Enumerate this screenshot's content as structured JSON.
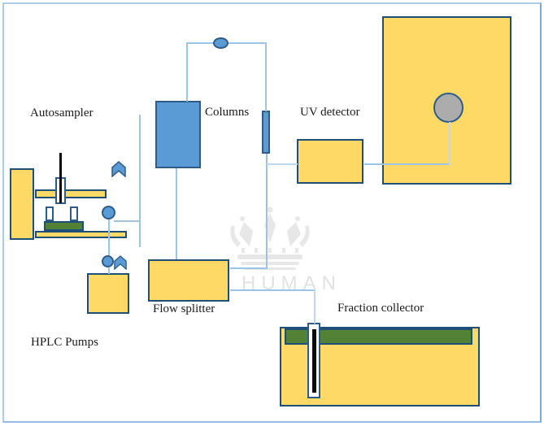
{
  "diagram": {
    "title_context": "HPLC system flow diagram",
    "labels": {
      "autosampler": "Autosampler",
      "columns": "Columns",
      "uv_detector": "UV detector",
      "flow_splitter": "Flow splitter",
      "hplc_pumps": "HPLC Pumps",
      "fraction_collector": "Fraction collector"
    },
    "watermark": {
      "text": "HUMAN",
      "icon": "crown-icon"
    },
    "icons": {
      "crown_icon": "crown glyph (light gray watermark)",
      "check_valve_icon": "upward chevron ^",
      "valve_circle_icon": "filled blue circle",
      "lamp_circle_icon": "gray filled circle"
    },
    "colors": {
      "component_fill": "#FFD966",
      "component_border": "#1F4E79",
      "column_fill": "#5B9BD5",
      "column_border": "#2E5C8A",
      "tubing_line": "#9DC3E6",
      "tubing_line_light": "#BDD7EE",
      "tray_green": "#538135",
      "lamp_gray": "#ACACAC",
      "frame_border": "#AECBEA",
      "label_text": "#1A1A1A",
      "watermark_gray": "#E2E2E2",
      "needle_black": "#0B0B0B"
    }
  }
}
